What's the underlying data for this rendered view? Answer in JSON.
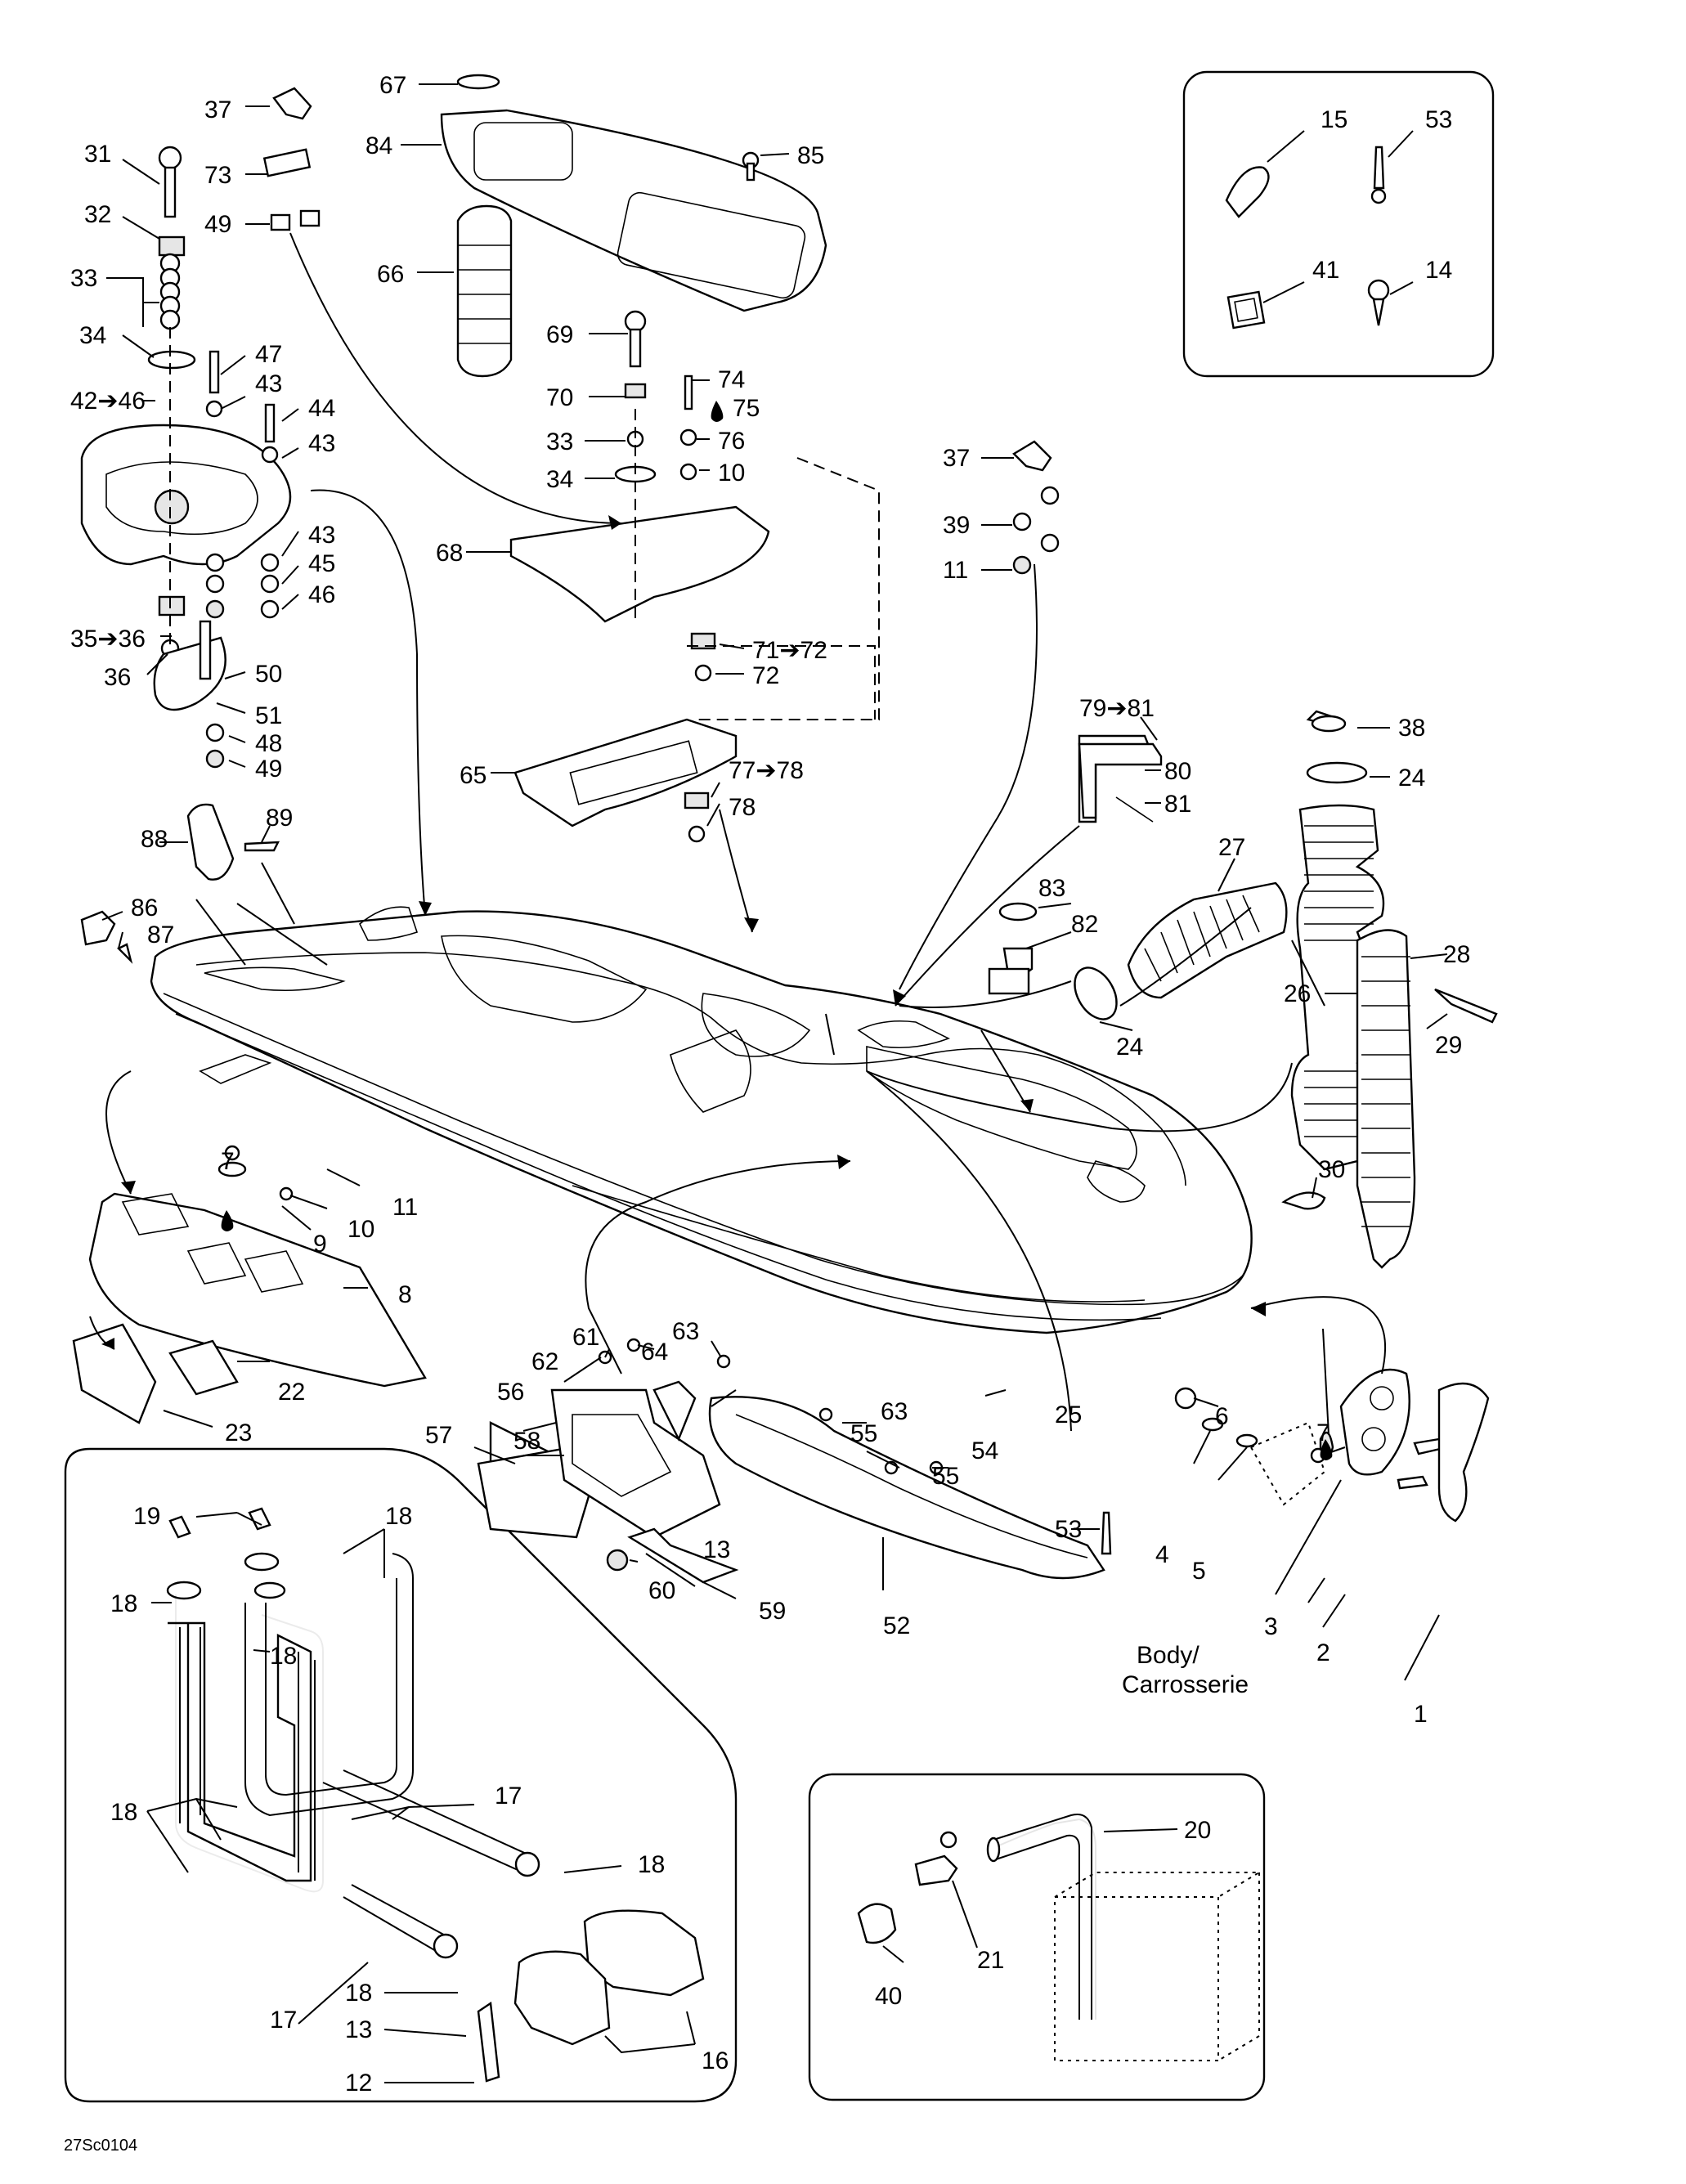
{
  "figure_code": "27Sc0104",
  "body_caption_line1": "Body/",
  "body_caption_line2": "Carrosserie",
  "callouts": [
    {
      "id": "c37a",
      "text": "37"
    },
    {
      "id": "c73",
      "text": "73"
    },
    {
      "id": "c49a",
      "text": "49"
    },
    {
      "id": "c31",
      "text": "31"
    },
    {
      "id": "c32",
      "text": "32"
    },
    {
      "id": "c33a",
      "text": "33"
    },
    {
      "id": "c34a",
      "text": "34"
    },
    {
      "id": "c42",
      "text": "42➔46"
    },
    {
      "id": "c47",
      "text": "47"
    },
    {
      "id": "c43a",
      "text": "43"
    },
    {
      "id": "c44",
      "text": "44"
    },
    {
      "id": "c43b",
      "text": "43"
    },
    {
      "id": "c43c",
      "text": "43"
    },
    {
      "id": "c45",
      "text": "45"
    },
    {
      "id": "c46",
      "text": "46"
    },
    {
      "id": "c35",
      "text": "35➔36"
    },
    {
      "id": "c36",
      "text": "36"
    },
    {
      "id": "c50",
      "text": "50"
    },
    {
      "id": "c51",
      "text": "51"
    },
    {
      "id": "c48",
      "text": "48"
    },
    {
      "id": "c49b",
      "text": "49"
    },
    {
      "id": "c67",
      "text": "67"
    },
    {
      "id": "c84",
      "text": "84"
    },
    {
      "id": "c85",
      "text": "85"
    },
    {
      "id": "c66",
      "text": "66"
    },
    {
      "id": "c69",
      "text": "69"
    },
    {
      "id": "c70",
      "text": "70"
    },
    {
      "id": "c33b",
      "text": "33"
    },
    {
      "id": "c34b",
      "text": "34"
    },
    {
      "id": "c74",
      "text": "74"
    },
    {
      "id": "c75",
      "text": "75"
    },
    {
      "id": "c76",
      "text": "76"
    },
    {
      "id": "c10a",
      "text": "10"
    },
    {
      "id": "c68",
      "text": "68"
    },
    {
      "id": "c71",
      "text": "71➔72"
    },
    {
      "id": "c72",
      "text": "72"
    },
    {
      "id": "c65",
      "text": "65"
    },
    {
      "id": "c77",
      "text": "77➔78"
    },
    {
      "id": "c78",
      "text": "78"
    },
    {
      "id": "c37b",
      "text": "37"
    },
    {
      "id": "c39",
      "text": "39"
    },
    {
      "id": "c11a",
      "text": "11"
    },
    {
      "id": "c15",
      "text": "15"
    },
    {
      "id": "c53a",
      "text": "53"
    },
    {
      "id": "c41",
      "text": "41"
    },
    {
      "id": "c14",
      "text": "14"
    },
    {
      "id": "c79",
      "text": "79➔81"
    },
    {
      "id": "c80",
      "text": "80"
    },
    {
      "id": "c81",
      "text": "81"
    },
    {
      "id": "c38",
      "text": "38"
    },
    {
      "id": "c24a",
      "text": "24"
    },
    {
      "id": "c27",
      "text": "27"
    },
    {
      "id": "c83",
      "text": "83"
    },
    {
      "id": "c82",
      "text": "82"
    },
    {
      "id": "c28",
      "text": "28"
    },
    {
      "id": "c26",
      "text": "26"
    },
    {
      "id": "c29",
      "text": "29"
    },
    {
      "id": "c24b",
      "text": "24"
    },
    {
      "id": "c30",
      "text": "30"
    },
    {
      "id": "c88",
      "text": "88"
    },
    {
      "id": "c89",
      "text": "89"
    },
    {
      "id": "c86",
      "text": "86"
    },
    {
      "id": "c87",
      "text": "87"
    },
    {
      "id": "c7a",
      "text": "7"
    },
    {
      "id": "c11b",
      "text": "11"
    },
    {
      "id": "c10b",
      "text": "10"
    },
    {
      "id": "c9",
      "text": "9"
    },
    {
      "id": "c8",
      "text": "8"
    },
    {
      "id": "c22",
      "text": "22"
    },
    {
      "id": "c23",
      "text": "23"
    },
    {
      "id": "c61",
      "text": "61"
    },
    {
      "id": "c63a",
      "text": "63"
    },
    {
      "id": "c62",
      "text": "62"
    },
    {
      "id": "c64",
      "text": "64"
    },
    {
      "id": "c56",
      "text": "56"
    },
    {
      "id": "c63b",
      "text": "63"
    },
    {
      "id": "c55a",
      "text": "55"
    },
    {
      "id": "c57",
      "text": "57"
    },
    {
      "id": "c58",
      "text": "58"
    },
    {
      "id": "c54",
      "text": "54"
    },
    {
      "id": "c55b",
      "text": "55"
    },
    {
      "id": "c25",
      "text": "25"
    },
    {
      "id": "c6",
      "text": "6"
    },
    {
      "id": "c7b",
      "text": "7"
    },
    {
      "id": "c53b",
      "text": "53"
    },
    {
      "id": "c13a",
      "text": "13"
    },
    {
      "id": "c60",
      "text": "60"
    },
    {
      "id": "c59",
      "text": "59"
    },
    {
      "id": "c52",
      "text": "52"
    },
    {
      "id": "c4",
      "text": "4"
    },
    {
      "id": "c5",
      "text": "5"
    },
    {
      "id": "c3",
      "text": "3"
    },
    {
      "id": "c2",
      "text": "2"
    },
    {
      "id": "c1",
      "text": "1"
    },
    {
      "id": "c19",
      "text": "19"
    },
    {
      "id": "c18a",
      "text": "18"
    },
    {
      "id": "c18b",
      "text": "18"
    },
    {
      "id": "c18c",
      "text": "18"
    },
    {
      "id": "c17a",
      "text": "17"
    },
    {
      "id": "c18d",
      "text": "18"
    },
    {
      "id": "c18e",
      "text": "18"
    },
    {
      "id": "c17b",
      "text": "17"
    },
    {
      "id": "c18f",
      "text": "18"
    },
    {
      "id": "c13b",
      "text": "13"
    },
    {
      "id": "c16",
      "text": "16"
    },
    {
      "id": "c12",
      "text": "12"
    },
    {
      "id": "c20",
      "text": "20"
    },
    {
      "id": "c21",
      "text": "21"
    },
    {
      "id": "c40",
      "text": "40"
    }
  ]
}
